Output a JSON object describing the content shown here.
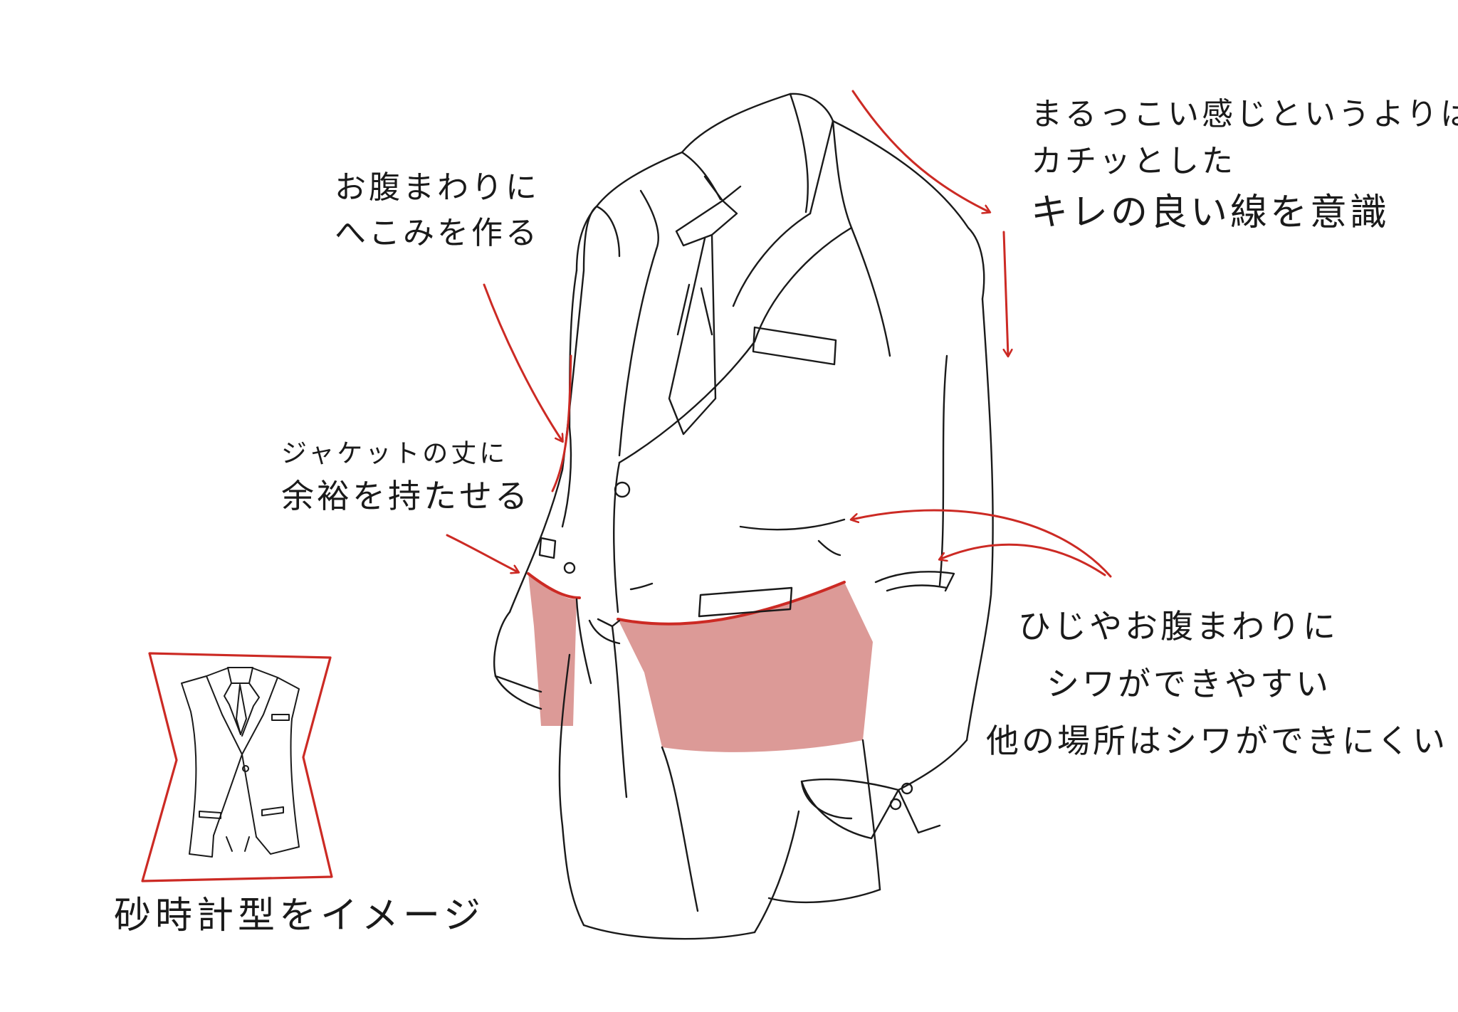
{
  "colors": {
    "line": "#1a1a1a",
    "accent_red": "#cc2a24",
    "highlight_fill": "#dc9a97",
    "background": "#ffffff"
  },
  "annotations": {
    "waist_dent": {
      "lines": [
        "お腹まわりに",
        "へこみを作る"
      ]
    },
    "jacket_length": {
      "lines": [
        "ジャケットの丈に",
        "余裕を持たせる"
      ]
    },
    "sharp_lines": {
      "lines": [
        "まるっこい感じというよりは",
        "カチッとした",
        "キレの良い線を意識"
      ]
    },
    "wrinkles": {
      "lines": [
        "ひじやお腹まわりに",
        "シワができやすい",
        "他の場所はシワができにくい"
      ]
    },
    "hourglass": {
      "caption": "砂時計型をイメージ"
    }
  },
  "figures": {
    "main": "suit-jacket-drawing",
    "inset": "hourglass-jacket-thumbnail"
  }
}
